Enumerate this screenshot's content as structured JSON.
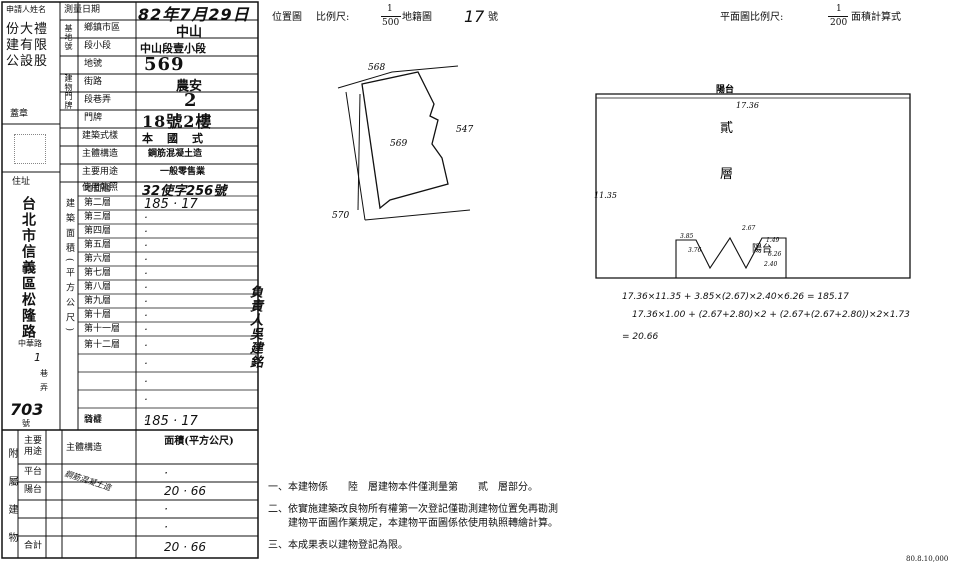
{
  "left_form": {
    "owner_label": "申請人姓名",
    "owner_name": "份大禮建有限公設股",
    "seal_label": "蓋章",
    "address_label": "住址",
    "address": "台北市信義區松隆路",
    "address_rest": [
      "中華路",
      "巷",
      "弄",
      "號"
    ],
    "lane_value": "1",
    "number_value": "703",
    "survey_date_label": "測量日期",
    "survey_date": "82年7月29日",
    "district_label": "鄉鎮市區",
    "district": "中山",
    "section_label": "段小段",
    "section": "中山段壹小段",
    "land_no_label": "地號",
    "land_no": "569",
    "street_label": "街路",
    "street": "農安",
    "lane_label": "段巷弄",
    "lane": "2",
    "door_label": "門牌",
    "door": "18號2樓",
    "side_group_labels": [
      "基地號",
      "建物門牌"
    ],
    "building_type_label": "建築式樣",
    "building_type": "本國式",
    "structure_label": "主體構造",
    "structure": "鋼筋混凝土造",
    "use_label": "主要用途",
    "use": "一般零售業",
    "license_label": "使用執照",
    "license": "32使字256號",
    "area_group_label": "建築面積(平方公尺)",
    "floors": [
      {
        "label": "地面層",
        "value": ""
      },
      {
        "label": "第二層",
        "value": "185 · 17"
      },
      {
        "label": "第三層",
        "value": "·"
      },
      {
        "label": "第四層",
        "value": "·"
      },
      {
        "label": "第五層",
        "value": "·"
      },
      {
        "label": "第六層",
        "value": "·"
      },
      {
        "label": "第七層",
        "value": "·"
      },
      {
        "label": "第八層",
        "value": "·"
      },
      {
        "label": "第九層",
        "value": "·"
      },
      {
        "label": "第十層",
        "value": "·"
      },
      {
        "label": "第十一層",
        "value": "·"
      },
      {
        "label": "第十二層",
        "value": "·"
      },
      {
        "label": "",
        "value": "·"
      },
      {
        "label": "",
        "value": "·"
      },
      {
        "label": "",
        "value": "·"
      },
      {
        "label": "",
        "value": "·"
      },
      {
        "label": "騎樓",
        "value": "·"
      },
      {
        "label": "合計",
        "value": "185 · 17"
      }
    ],
    "annex": {
      "side_label": "附屬建物",
      "header_use": "主要用途",
      "header_structure": "主體構造",
      "header_area": "面積(平方公尺)",
      "rows": [
        {
          "use": "平台",
          "structure": "鋼筋混凝土造",
          "area": "·"
        },
        {
          "use": "陽台",
          "structure": "",
          "area": "20 · 66"
        },
        {
          "use": "",
          "structure": "",
          "area": "·"
        },
        {
          "use": "",
          "structure": "",
          "area": "·"
        },
        {
          "use": "合計",
          "structure": "",
          "area": "20 · 66"
        }
      ]
    }
  },
  "responsible": "負責人吳建銘",
  "location_map": {
    "title": "位置圖",
    "scale_label": "比例尺:",
    "scale_num": "1",
    "scale_den": "500",
    "sheet_label": "地籍圖",
    "sheet_no": "17",
    "sheet_suffix": "號",
    "parcel_labels": [
      "568",
      "569",
      "547",
      "570"
    ]
  },
  "floor_plan": {
    "title": "平面圖比例尺:",
    "scale_num": "1",
    "scale_den": "200",
    "calc_label": "面積計算式",
    "top_label": "陽台",
    "dim_top": "17.36",
    "dim_left": "11.35",
    "floor_word_1": "貳",
    "floor_word_2": "層",
    "notch_labels": [
      "3.85",
      "3.76",
      "2.67",
      "1.49",
      "2.40",
      "6.26",
      "陽台"
    ],
    "formula_1": "17.36×11.35 + 3.85×(2.67)×2.40×6.26 = 185.17",
    "formula_2": "17.36×1.00 + (2.67+2.80)×2 + (2.67+(2.67+2.80))×2×1.73",
    "formula_3": "= 20.66"
  },
  "notes": [
    "一、本建物係　　陸　層建物本件僅測量第　　貳　層部分。",
    "二、依實施建築改良物所有權第一次登記僅勘測建物位置免再勘測",
    "　　建物平面圖作業規定，本建物平面圖係依使用執照轉繪計算。",
    "三、本成果表以建物登記為限。"
  ],
  "footer_code": "80.8.10,000"
}
